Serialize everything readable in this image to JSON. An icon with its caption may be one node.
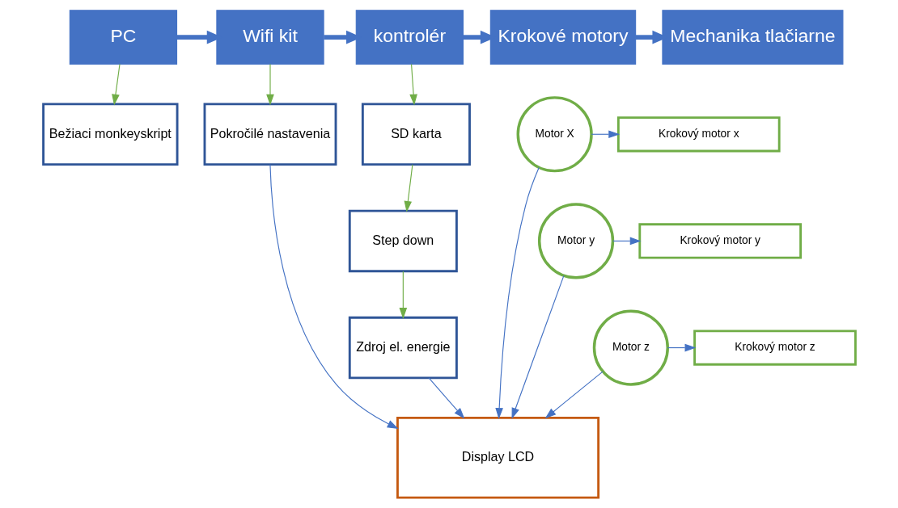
{
  "diagram": {
    "nodes": [
      {
        "text": [
          "PC"
        ]
      },
      {
        "text": [
          "Wifi kit"
        ]
      },
      {
        "text": [
          "kontrolér"
        ]
      },
      {
        "text": [
          "Krokové motory"
        ]
      },
      {
        "text": [
          "Mechanika tlačiarne"
        ]
      },
      {
        "text": [
          "Bežiaci monkeyskript"
        ]
      },
      {
        "text": [
          "Pokročilé nastavenia"
        ]
      },
      {
        "text": [
          "SD karta"
        ]
      },
      {
        "text": [
          "Step down"
        ]
      },
      {
        "text": [
          "Zdroj el. energie"
        ]
      },
      {
        "text": [
          "Display LCD"
        ]
      },
      {
        "text": [
          "Motor X"
        ]
      },
      {
        "text": [
          "Krokový motor x"
        ]
      },
      {
        "text": [
          "Motor y"
        ]
      },
      {
        "text": [
          "Krokový motor y"
        ]
      },
      {
        "text": [
          "Motor z"
        ]
      },
      {
        "text": [
          "Krokový motor z"
        ]
      }
    ],
    "edges": [
      {
        "from": 0,
        "to": 1,
        "arrow": "to",
        "style": "thick"
      },
      {
        "from": 1,
        "to": 2,
        "arrow": "to",
        "style": "thick"
      },
      {
        "from": 2,
        "to": 3,
        "arrow": "to",
        "style": "thick"
      },
      {
        "from": 3,
        "to": 4,
        "arrow": "to",
        "style": "thick"
      },
      {
        "from": 0,
        "to": 5,
        "arrow": "to",
        "color": "#70ad47"
      },
      {
        "from": 1,
        "to": 6,
        "arrow": "to",
        "color": "#70ad47"
      },
      {
        "from": 2,
        "to": 7,
        "arrow": "to",
        "color": "#70ad47"
      },
      {
        "from": 7,
        "to": 8,
        "arrow": "to",
        "color": "#70ad47"
      },
      {
        "from": 8,
        "to": 9,
        "arrow": "to",
        "color": "#70ad47"
      },
      {
        "from": 9,
        "to": 10,
        "arrow": "to"
      },
      {
        "from": 6,
        "to": 10,
        "arrow": "to"
      },
      {
        "from": 11,
        "to": 10,
        "arrow": "to"
      },
      {
        "from": 13,
        "to": 10,
        "arrow": "to"
      },
      {
        "from": 15,
        "to": 10,
        "arrow": "to"
      },
      {
        "from": 11,
        "to": 12,
        "arrow": "to"
      },
      {
        "from": 13,
        "to": 14,
        "arrow": "to"
      },
      {
        "from": 15,
        "to": 16,
        "arrow": "to"
      }
    ]
  }
}
